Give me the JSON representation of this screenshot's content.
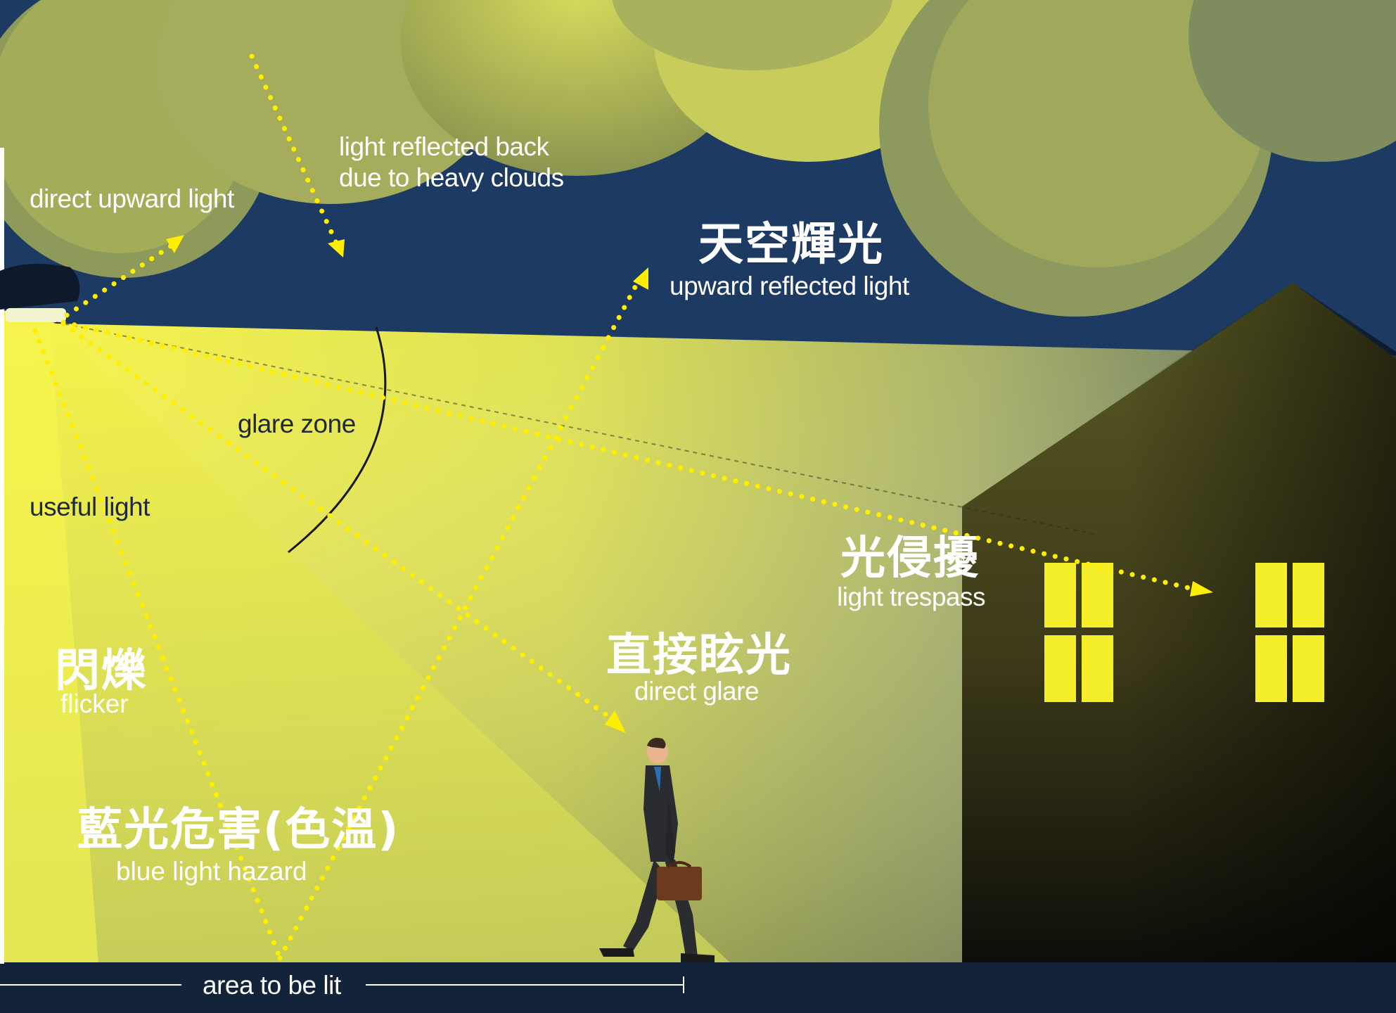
{
  "labels": {
    "direct_upward": "direct upward light",
    "reflected_clouds": [
      "light reflected back",
      "due to heavy clouds"
    ],
    "skyglow_zh": "天空輝光",
    "skyglow_en": "upward reflected light",
    "glare_zone": "glare zone",
    "useful_light": "useful light",
    "trespass_zh": "光侵擾",
    "trespass_en": "light trespass",
    "glare_zh": "直接眩光",
    "glare_en": "direct glare",
    "flicker_zh": "閃爍",
    "flicker_en": "flicker",
    "bluelight_zh": "藍光危害(色溫)",
    "bluelight_en": "blue light hazard",
    "area_lit": "area to be lit"
  },
  "colors": {
    "sky": "#1d3a63",
    "cloud": "#b8bf5e",
    "light_beam": "#f2f04a",
    "arrow": "#ffee00",
    "house": "#2a2a14",
    "window": "#f5ee2a",
    "ground": "#13233a"
  },
  "icons": [
    "street-lamp-icon",
    "walking-man-icon",
    "house-icon"
  ]
}
